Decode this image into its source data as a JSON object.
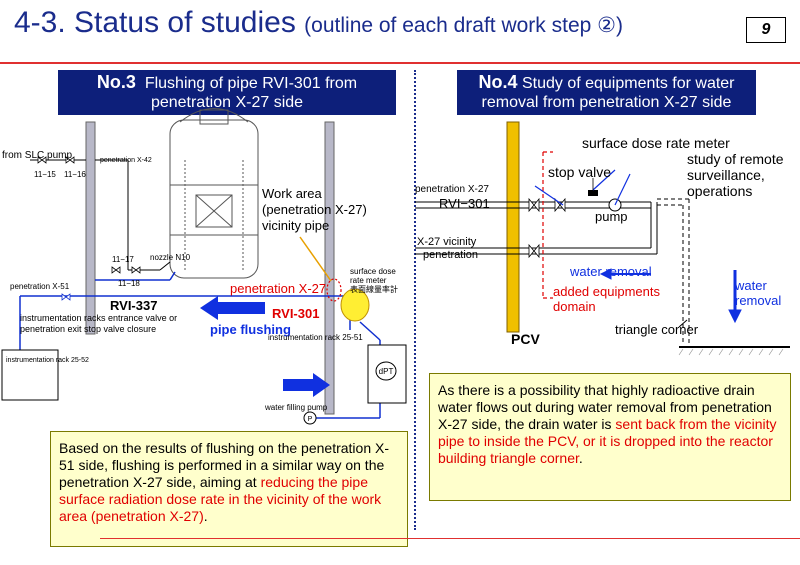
{
  "header": {
    "title_main": "4-3. Status of studies",
    "title_sub": "(outline of each draft work step ②)",
    "page_number": "9"
  },
  "left_panel": {
    "no_label": "No.3",
    "heading_line1": "Flushing of pipe RVI-301 from",
    "heading_line2": "penetration X-27 side",
    "labels": {
      "from_slc_pump": "from SLC pump",
      "valve_11_15": "11−15",
      "valve_11_16": "11−16",
      "penetration_x42": "penetration X-42",
      "valve_11_17": "11−17",
      "valve_11_18": "11−18",
      "nozzle_n10": "nozzle N10",
      "penetration_x51": "penetration X-51",
      "rvi_337": "RVI-337",
      "instrumentation_note": "instrumentation racks entrance valve or penetration exit stop valve closure",
      "instrumentation_rack_25_52": "instrumentation rack 25-52",
      "work_area_l1": "Work area",
      "work_area_l2": "(penetration X-27)",
      "work_area_l3": "vicinity pipe",
      "penetration_x27": "penetration X-27",
      "surface_dose_l1": "surface dose",
      "surface_dose_l2": "rate meter",
      "surface_dose_jp": "表面線量率計",
      "rvi_301": "RVI-301",
      "pipe_flushing": "pipe flushing",
      "instrumentation_rack_25_51": "instrumentation rack 25-51",
      "dpt": "dPT",
      "water_filling_pump": "water filling pump",
      "pump_p": "P"
    },
    "note": {
      "text_black": "Based on the results of flushing on the penetration X-51 side, flushing is performed in a similar way on the penetration X-27 side, aiming at ",
      "text_red": "reducing the pipe surface radiation dose rate in the vicinity of the work area (penetration X-27)",
      "text_end": "."
    }
  },
  "right_panel": {
    "no_label": "No.4",
    "heading_line1": "Study of equipments for water",
    "heading_line2": "removal from penetration X-27 side",
    "labels": {
      "surface_dose_rate_meter": "surface dose rate meter",
      "stop_valve": "stop valve",
      "remote_l1": "study of remote",
      "remote_l2": "surveillance,",
      "remote_l3": "operations",
      "penetration_x27": "penetration X-27",
      "rvi_301": "RVI−301",
      "pump": "pump",
      "vicinity_l1": "X-27 vicinity",
      "vicinity_l2": "penetration",
      "water_removal_h": "water removal",
      "water_removal_v1": "water",
      "water_removal_v2": "removal",
      "added_l1": "added equipments",
      "added_l2": "domain",
      "triangle_corner": "triangle corner",
      "pcv": "PCV"
    },
    "note": {
      "text_black": "As there is a possibility that highly radioactive drain water flows out during water removal from penetration X-27 side, the drain water is ",
      "text_red": "sent back from the vicinity pipe to inside the PCV, or it is dropped into the reactor building triangle corner",
      "text_end": "."
    }
  }
}
